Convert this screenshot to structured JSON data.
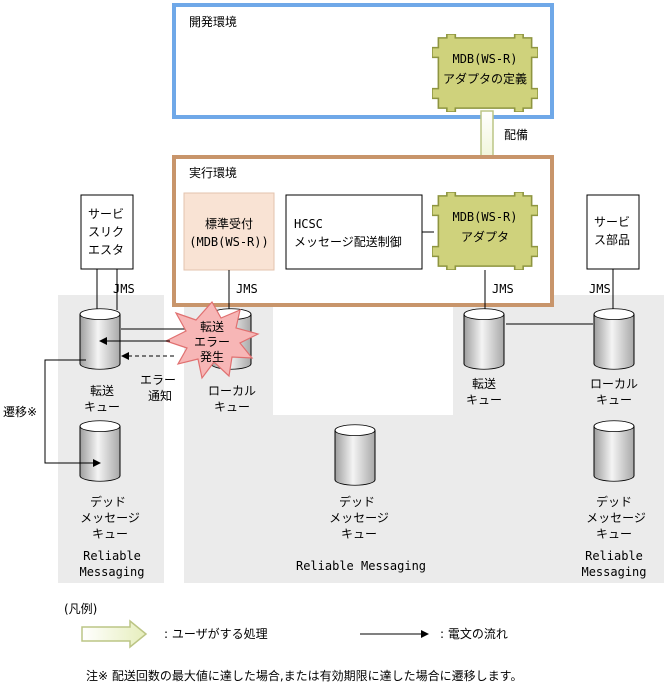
{
  "dev_env": {
    "title": "開発環境"
  },
  "mdb_definition": {
    "line1": "MDB(WS-R)",
    "line2": "アダプタの定義"
  },
  "deploy_label": "配備",
  "exec_env": {
    "title": "実行環境"
  },
  "standard_receipt": {
    "line1": "標準受付",
    "line2": "(MDB(WS-R))"
  },
  "hcsc": {
    "line1": "HCSC",
    "line2": "メッセージ配送制御"
  },
  "mdb_adapter": {
    "line1": "MDB(WS-R)",
    "line2": "アダプタ"
  },
  "service_requester": {
    "lines": [
      "サービ",
      "スリク",
      "エスタ"
    ]
  },
  "service_component": {
    "lines": [
      "サービ",
      "ス部品"
    ]
  },
  "jms_label": "JMS",
  "left_group": {
    "transfer_queue": [
      "転送",
      "キュー"
    ],
    "dead_queue": [
      "デッド",
      "メッセージ",
      "キュー"
    ],
    "rm": [
      "Reliable",
      "Messaging"
    ]
  },
  "error_burst": {
    "lines": [
      "転送",
      "エラー",
      "発生"
    ]
  },
  "error_notify": [
    "エラー",
    "通知"
  ],
  "transition_label": "遷移※",
  "center_group": {
    "local_queue": [
      "ローカル",
      "キュー"
    ],
    "dead_queue": [
      "デッド",
      "メッセージ",
      "キュー"
    ],
    "rm": "Reliable Messaging"
  },
  "mid_transfer_queue": [
    "転送",
    "キュー"
  ],
  "right_group": {
    "local_queue": [
      "ローカル",
      "キュー"
    ],
    "dead_queue": [
      "デッド",
      "メッセージ",
      "キュー"
    ],
    "rm": [
      "Reliable",
      "Messaging"
    ]
  },
  "legend": {
    "title": "(凡例)",
    "user_process": ": ユーザがする処理",
    "message_flow": ": 電文の流れ"
  },
  "note": "注※ 配送回数の最大値に達した場合,または有効期限に達した場合に遷移します。"
}
